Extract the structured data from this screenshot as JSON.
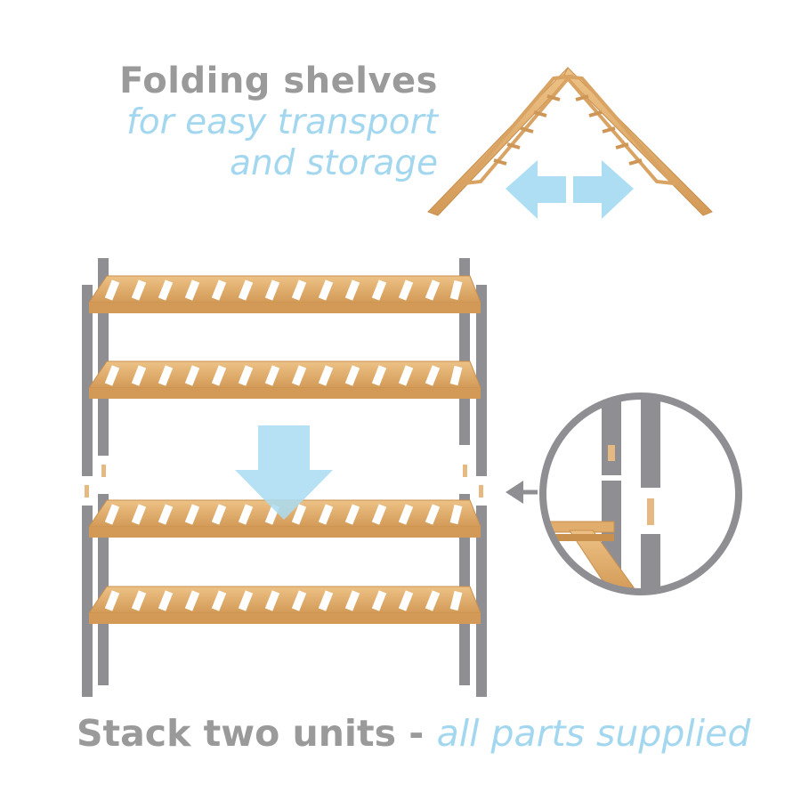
{
  "headline": {
    "title": "Folding shelves",
    "subtitle_line1": "for easy transport",
    "subtitle_line2": "and storage"
  },
  "footer": {
    "title": "Stack two units",
    "separator": " - ",
    "tagline": "all parts supplied"
  },
  "colors": {
    "bamboo": "#e0ad6c",
    "bamboo_dark": "#c98f4d",
    "frame_grey": "#8f8f93",
    "arrow_blue": "#a9dcf2",
    "text_grey": "#9a9a9a",
    "text_blue": "#a3d7ef"
  },
  "icons": {
    "horizontal_arrows": "left-right-arrows-icon",
    "down_arrow": "down-arrow-icon",
    "pointer_arrow": "left-pointer-arrow-icon"
  }
}
